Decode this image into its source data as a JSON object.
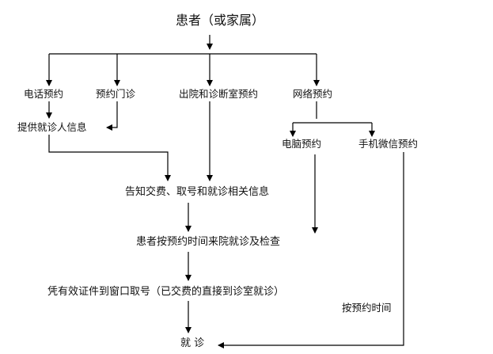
{
  "flowchart": {
    "nodes": {
      "root": "患者（或家属）",
      "phone": "电话预约",
      "clinic": "预约门诊",
      "discharge": "出院和诊断室预约",
      "online": "网络预约",
      "provide_info": "提供就诊人信息",
      "computer": "电脑预约",
      "mobile": "手机微信预约",
      "notify": "告知交费、取号和就诊相关信息",
      "arrive": "患者按预约时间来院就诊及检查",
      "ticket": "凭有效证件到窗口取号（已交费的直接到诊室就诊）",
      "by_time": "按预约时间",
      "visit": "就  诊"
    }
  },
  "colors": {
    "line": "#000000",
    "text": "#111111",
    "background": "#ffffff"
  }
}
